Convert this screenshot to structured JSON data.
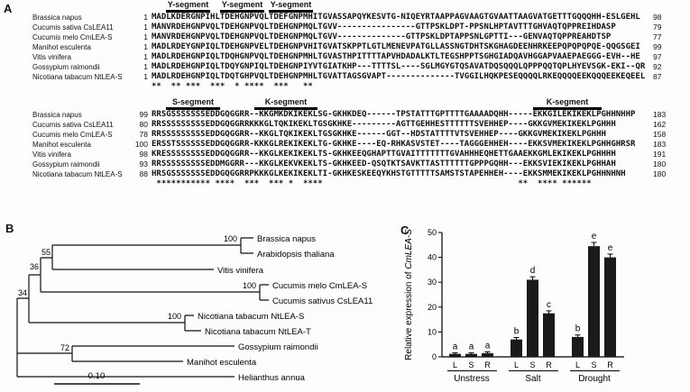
{
  "figure": {
    "panelA_label": "A",
    "panelB_label": "B",
    "panelC_label": "C"
  },
  "panelA": {
    "segments_block1": [
      "Y-segment",
      "Y-segment",
      "Y-segment"
    ],
    "segments_block2": [
      "S-segment",
      "K-segment",
      "K-segment"
    ],
    "block1": {
      "rows": [
        {
          "name": "Brassica napus",
          "start": "1",
          "seq": "MADLKDERGNPIHLTDEHGNPVQLTDEFGNPMHITGVASSAPQYKESVTG-NIQEYRTAAPPAGVAAGTGVAATTAAGVATGETTTGQQQHH-ESLGEHL",
          "end": "98"
        },
        {
          "name": "Cucumis sativa CsLEA11",
          "start": "1",
          "seq": "MANVRDEHGNPVQLTDEHGNPVQLTDEHGNPMQLTGVV----------------GTTPSKLDPT-PPSNLHPTAVTTTGHVAQTQPPREIHDASP",
          "end": "79"
        },
        {
          "name": "Cucumis melo CmLEA-S",
          "start": "1",
          "seq": "MANVRDEHGNPVQLTDEHGNPVQLTDEHGNPMQLTGVV--------------GTTPSKLDPTAPPSNLGPTTI---GENVAQTQPPREAHDTSP",
          "end": "77"
        },
        {
          "name": "Manihot esculenta",
          "start": "1",
          "seq": "MADLRDEYGNPIQLTDEHGNPVELTDEHGNPVHITGVATSKPPTLGTLMENEVPATGLLASSNGTDHTSKGHAGDEENHRKEEPQPQPQPQE-QQGSGEI",
          "end": "99"
        },
        {
          "name": "Vitis vinifera",
          "start": "1",
          "seq": "MADLRDEHGNPIQLTDQHGNPVQLTDEHGNPMHLTGVASTHPITTTTAPVHDADALKTLTEGSHPPTSGHGIADQAVHGGAPVAAEPAEGGG-EVH--HE",
          "end": "97"
        },
        {
          "name": "Gossypium raimondii",
          "start": "1",
          "seq": "MADLRDEHGNPIQLTDQYGNPIQLTDEHGNPIYVTGIATKHP---TTTTSL----SGLMGYGTQSAVATDQSQQQLQPPPQQTQPLHYEVSGK-EKI--QR",
          "end": "92"
        },
        {
          "name": "Nicotiana tabacum NtLEA-S",
          "start": "1",
          "seq": "MADLRDEHGNPIQLTDQTGHPVQLTDEHGNPMHLTGVATTAGSGVAPT--------------TVGGILHQKPESEQQQQLRKEQQQQEEKQQQEEKEQEEL",
          "end": "87"
        }
      ],
      "conservation": "**  ** ***  ***  * ****  ***   **"
    },
    "block2": {
      "rows": [
        {
          "name": "Brassica napus",
          "start": "99",
          "seq": "RRSGSSSSSSSEDDGQGGRR--KKGMKDKIKEKLSG-GKHKDEQ------TPSTATTTGPTTTTGAAAADQHH-----EKKGILEKIKEKLPGHHNHHP",
          "end": "183"
        },
        {
          "name": "Cucumis sativa CsLEA11",
          "start": "80",
          "seq": "RRSSSSSSSSSEDDGQGGRRKKKGLTQKIKEKLTGSGKHKE---------AGTTGEHHESTTTTTTSVEHHEP----GKKGVMEKIKEKLPGHHH",
          "end": "162"
        },
        {
          "name": "Cucumis melo CmLEA-S",
          "start": "78",
          "seq": "RRSSSSSSSSSEDDGQGGRR--KKGLTQKIKEKLTGSGKHKE------GGT--HDSTATTTTVTSVEHHEP----GKKGVMEKIKEKLPGHHH",
          "end": "158"
        },
        {
          "name": "Manihot esculenta",
          "start": "100",
          "seq": "ERSSTSSSSSSEDDGQGGRR-KKKGLREKIKEKLTG-GKHKE----EQ-RHKASVSTET----TAGGGEHHEH----EKKSVMEKIKEKLPGHHGHRSR",
          "end": "183"
        },
        {
          "name": "Vitis vinifera",
          "start": "98",
          "seq": "KRESSSSSSSSEDDGQGGRR--KKGLKEKIKEKLTS-GKHKEEQGHAPTTGVAITTTTTTTGVAHHHEQHETTGAAEKKGMLEKIKEKLPGHHHH",
          "end": "191"
        },
        {
          "name": "Gossypium raimondii",
          "start": "93",
          "seq": "RRSSSSSSSSSEDDMGGRR---KKGLKEKVKEKLTS-GKHKEED-QSQTKTSAVKTTASTTTTTTGPPPGQHH---EKKSVIEKIKEKLPGHHAH",
          "end": "180"
        },
        {
          "name": "Nicotiana tabacum NtLEA-S",
          "start": "88",
          "seq": "HRSGSSSSSSSEDDGQGGRRPKKKGLKEKIKEKLTI-GKHKESKEEQYKHSTGTTTTTSAMSTSTAPEHHEH----EKKSMMEKIKEKLPGHHNHNH",
          "end": "180"
        }
      ],
      "conservation": " *********** ****  ***  *** *  ****                                        **  **** ******"
    }
  },
  "panelB": {
    "leaves": [
      "Brassica napus",
      "Arabidopsis thaliana",
      "Vitis vinifera",
      "Cucumis melo CmLEA-S",
      "Cucumis sativus CsLEA11",
      "Nicotiana tabacum NtLEA-S",
      "Nicotiana tabacum NtLEA-T",
      "Gossypium raimondii",
      "Manihot esculenta",
      "Helianthus annua"
    ],
    "bootstraps": [
      "100",
      "55",
      "36",
      "34",
      "100",
      "100",
      "72"
    ],
    "scale_label": "0.10"
  },
  "chart_data": {
    "type": "bar",
    "ylabel_prefix": "Relative expression of ",
    "ylabel_italic": "CmLEA-S",
    "ylim": [
      0,
      50
    ],
    "yticks": [
      0,
      10,
      20,
      30,
      40,
      50
    ],
    "tissues": [
      "L",
      "S",
      "R"
    ],
    "groups": [
      "Unstress",
      "Salt",
      "Drought"
    ],
    "series": [
      {
        "group": "Unstress",
        "values": [
          1.2,
          1.2,
          1.5
        ],
        "errors": [
          0.4,
          0.4,
          0.5
        ],
        "letters": [
          "a",
          "a",
          "a"
        ]
      },
      {
        "group": "Salt",
        "values": [
          7,
          31,
          17.5
        ],
        "errors": [
          0.8,
          1.2,
          1.0
        ],
        "letters": [
          "b",
          "d",
          "c"
        ]
      },
      {
        "group": "Drought",
        "values": [
          8,
          44.5,
          40
        ],
        "errors": [
          0.8,
          1.5,
          1.3
        ],
        "letters": [
          "b",
          "e",
          "e"
        ]
      }
    ],
    "bar_color": "#1a1a1a",
    "axis_color": "#000000"
  }
}
